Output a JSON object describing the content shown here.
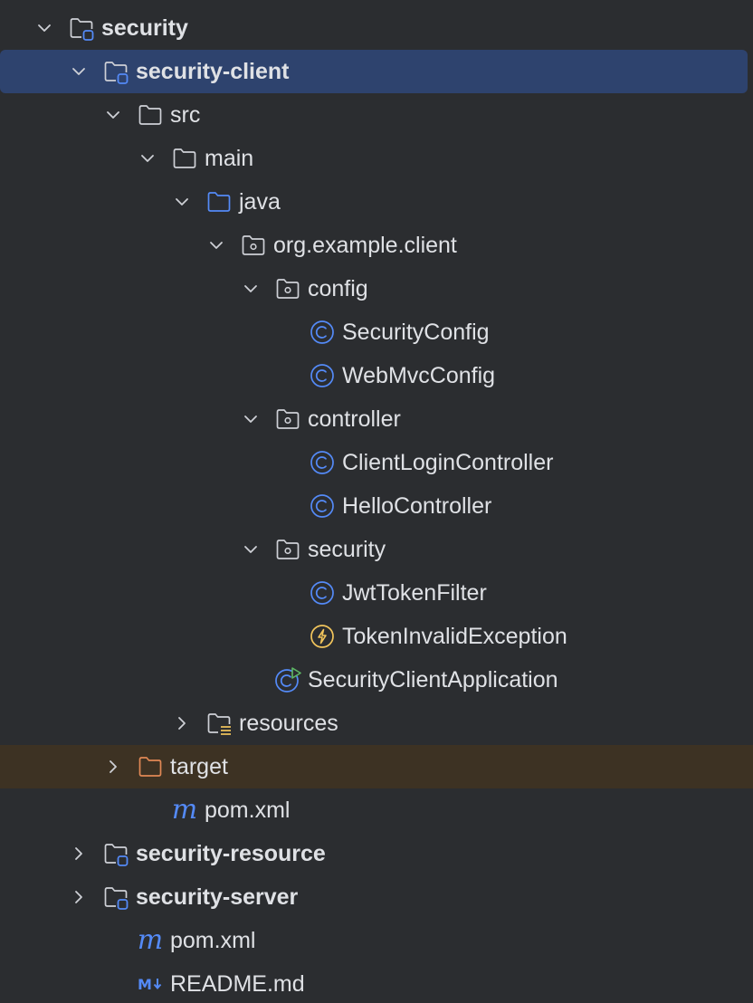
{
  "tree": [
    {
      "label": "security",
      "icon": "module-folder-icon",
      "expanded": true,
      "bold": true,
      "level": 0
    },
    {
      "label": "security-client",
      "icon": "module-folder-icon",
      "expanded": true,
      "bold": true,
      "level": 1,
      "selected": true
    },
    {
      "label": "src",
      "icon": "folder-icon",
      "expanded": true,
      "level": 2
    },
    {
      "label": "main",
      "icon": "folder-icon",
      "expanded": true,
      "level": 3
    },
    {
      "label": "java",
      "icon": "source-root-folder-icon",
      "expanded": true,
      "level": 4
    },
    {
      "label": "org.example.client",
      "icon": "package-icon",
      "expanded": true,
      "level": 5
    },
    {
      "label": "config",
      "icon": "package-icon",
      "expanded": true,
      "level": 6
    },
    {
      "label": "SecurityConfig",
      "icon": "class-icon",
      "level": 7
    },
    {
      "label": "WebMvcConfig",
      "icon": "class-icon",
      "level": 7
    },
    {
      "label": "controller",
      "icon": "package-icon",
      "expanded": true,
      "level": 6
    },
    {
      "label": "ClientLoginController",
      "icon": "class-icon",
      "level": 7
    },
    {
      "label": "HelloController",
      "icon": "class-icon",
      "level": 7
    },
    {
      "label": "security",
      "icon": "package-icon",
      "expanded": true,
      "level": 6
    },
    {
      "label": "JwtTokenFilter",
      "icon": "class-icon",
      "level": 7
    },
    {
      "label": "TokenInvalidException",
      "icon": "exception-class-icon",
      "level": 7
    },
    {
      "label": "SecurityClientApplication",
      "icon": "spring-boot-class-icon",
      "level": 6
    },
    {
      "label": "resources",
      "icon": "resources-folder-icon",
      "expanded": false,
      "level": 4
    },
    {
      "label": "target",
      "icon": "excluded-folder-icon",
      "expanded": false,
      "level": 2,
      "excluded": true
    },
    {
      "label": "pom.xml",
      "icon": "maven-icon",
      "level": 3
    },
    {
      "label": "security-resource",
      "icon": "module-folder-icon",
      "expanded": false,
      "bold": true,
      "level": 1
    },
    {
      "label": "security-server",
      "icon": "module-folder-icon",
      "expanded": false,
      "bold": true,
      "level": 1
    },
    {
      "label": "pom.xml",
      "icon": "maven-icon",
      "level": 2
    },
    {
      "label": "README.md",
      "icon": "markdown-icon",
      "level": 2
    }
  ],
  "colors": {
    "background": "#2b2d30",
    "selection": "#2e436e",
    "excluded_row": "#3d3223",
    "text": "#dfe1e5",
    "icon_stroke": "#ced0d6",
    "module_accent": "#548af7",
    "class_blue": "#548af7",
    "exception_yellow": "#f2c55c",
    "spring_green": "#5fb865",
    "excluded_orange": "#e08855"
  }
}
